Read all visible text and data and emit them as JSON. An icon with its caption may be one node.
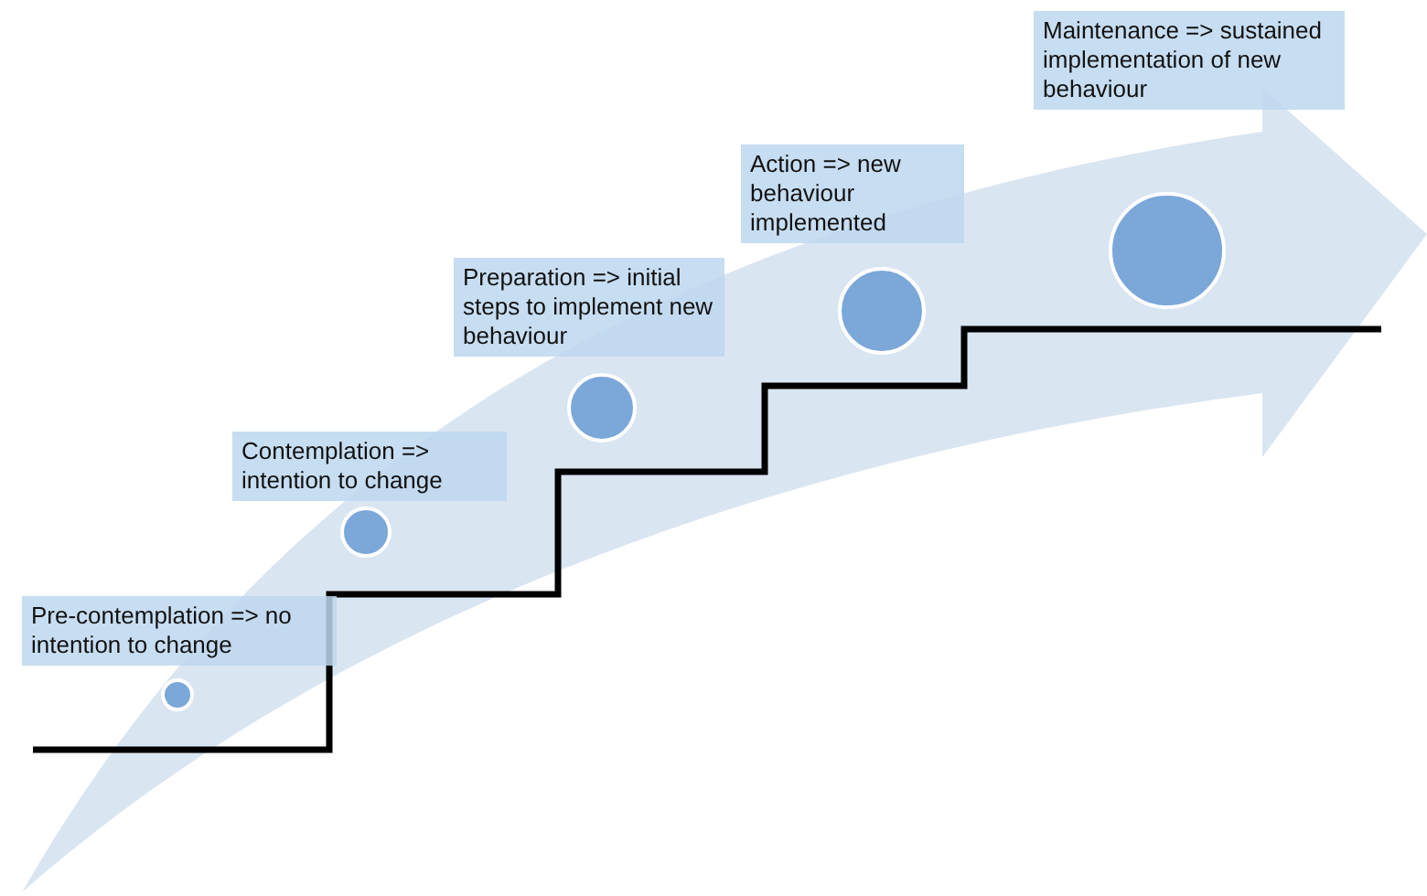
{
  "diagram": {
    "nodes": [
      {
        "text": [
          "Pre-contemplation => no intention to change"
        ]
      },
      {
        "text": [
          "Contemplation => intention to change"
        ]
      },
      {
        "text": [
          "Preparation => initial steps to implement new behaviour"
        ]
      },
      {
        "text": [
          "Action => new behaviour implemented"
        ]
      },
      {
        "text": [
          "Maintenance => sustained implementation of new behaviour"
        ]
      },
      {
        "text": [],
        "shape": "circle"
      },
      {
        "text": [],
        "shape": "circle"
      },
      {
        "text": [],
        "shape": "circle"
      },
      {
        "text": [],
        "shape": "circle"
      },
      {
        "text": [],
        "shape": "circle"
      }
    ]
  }
}
